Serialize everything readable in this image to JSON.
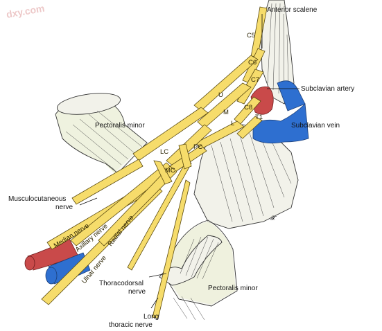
{
  "watermark": "dxy.com",
  "labels": {
    "anterior_scalene": "Anterior scalene",
    "subclavian_artery": "Subclavian artery",
    "subclavian_vein": "Subclavian vein",
    "pectoralis_minor_top": "Pectoralis minor",
    "pectoralis_minor_bottom": "Pectoralis minor",
    "musculocutaneous_1": "Musculocutaneous",
    "musculocutaneous_2": "nerve",
    "thoracodorsal_1": "Thoracodorsal",
    "thoracodorsal_2": "nerve",
    "long_thoracic_1": "Long",
    "long_thoracic_2": "thoracic nerve"
  },
  "roots": [
    "C5",
    "C6",
    "C7",
    "C8",
    "T1"
  ],
  "trunks": {
    "upper": "U",
    "middle": "M",
    "lower": "L"
  },
  "cords": {
    "lateral": "LC",
    "posterior": "PC",
    "medial": "MC"
  },
  "nerves": {
    "median": "Median nerve",
    "axillary": "Axillary nerve",
    "radial": "Radial nerve",
    "ulnar": "Ulnar nerve"
  },
  "signature": "𝒳"
}
